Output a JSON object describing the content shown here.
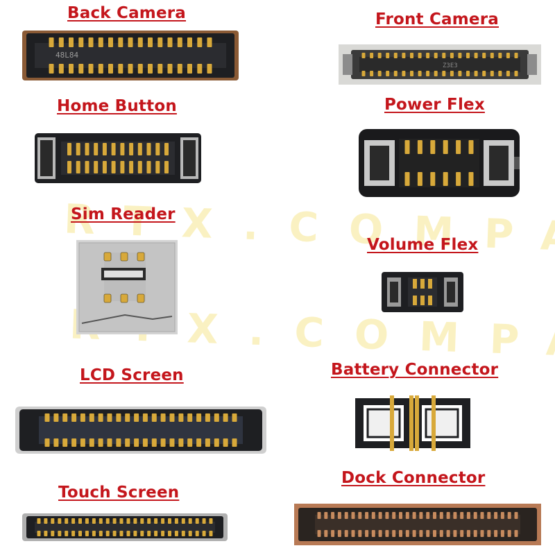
{
  "watermark": {
    "text": "RTX.COMPANY"
  },
  "labels": {
    "back_camera": "Back Camera",
    "front_camera": "Front Camera",
    "home_button": "Home Button",
    "power_flex": "Power Flex",
    "sim_reader": "Sim Reader",
    "volume_flex": "Volume Flex",
    "lcd_screen": "LCD Screen",
    "battery_connector": "Battery Connector",
    "touch_screen": "Touch Screen",
    "dock_connector": "Dock Connector"
  },
  "chip_text": {
    "back_camera": "48L84",
    "front_camera": "Z3E3"
  },
  "colors": {
    "label": "#c4161c",
    "watermark": "#f6e27a",
    "connector_body": "#1e1f22",
    "gold_pin": "#d8a93a",
    "dock_copper": "#b87a55",
    "sim_silver": "#cfcfcf"
  }
}
